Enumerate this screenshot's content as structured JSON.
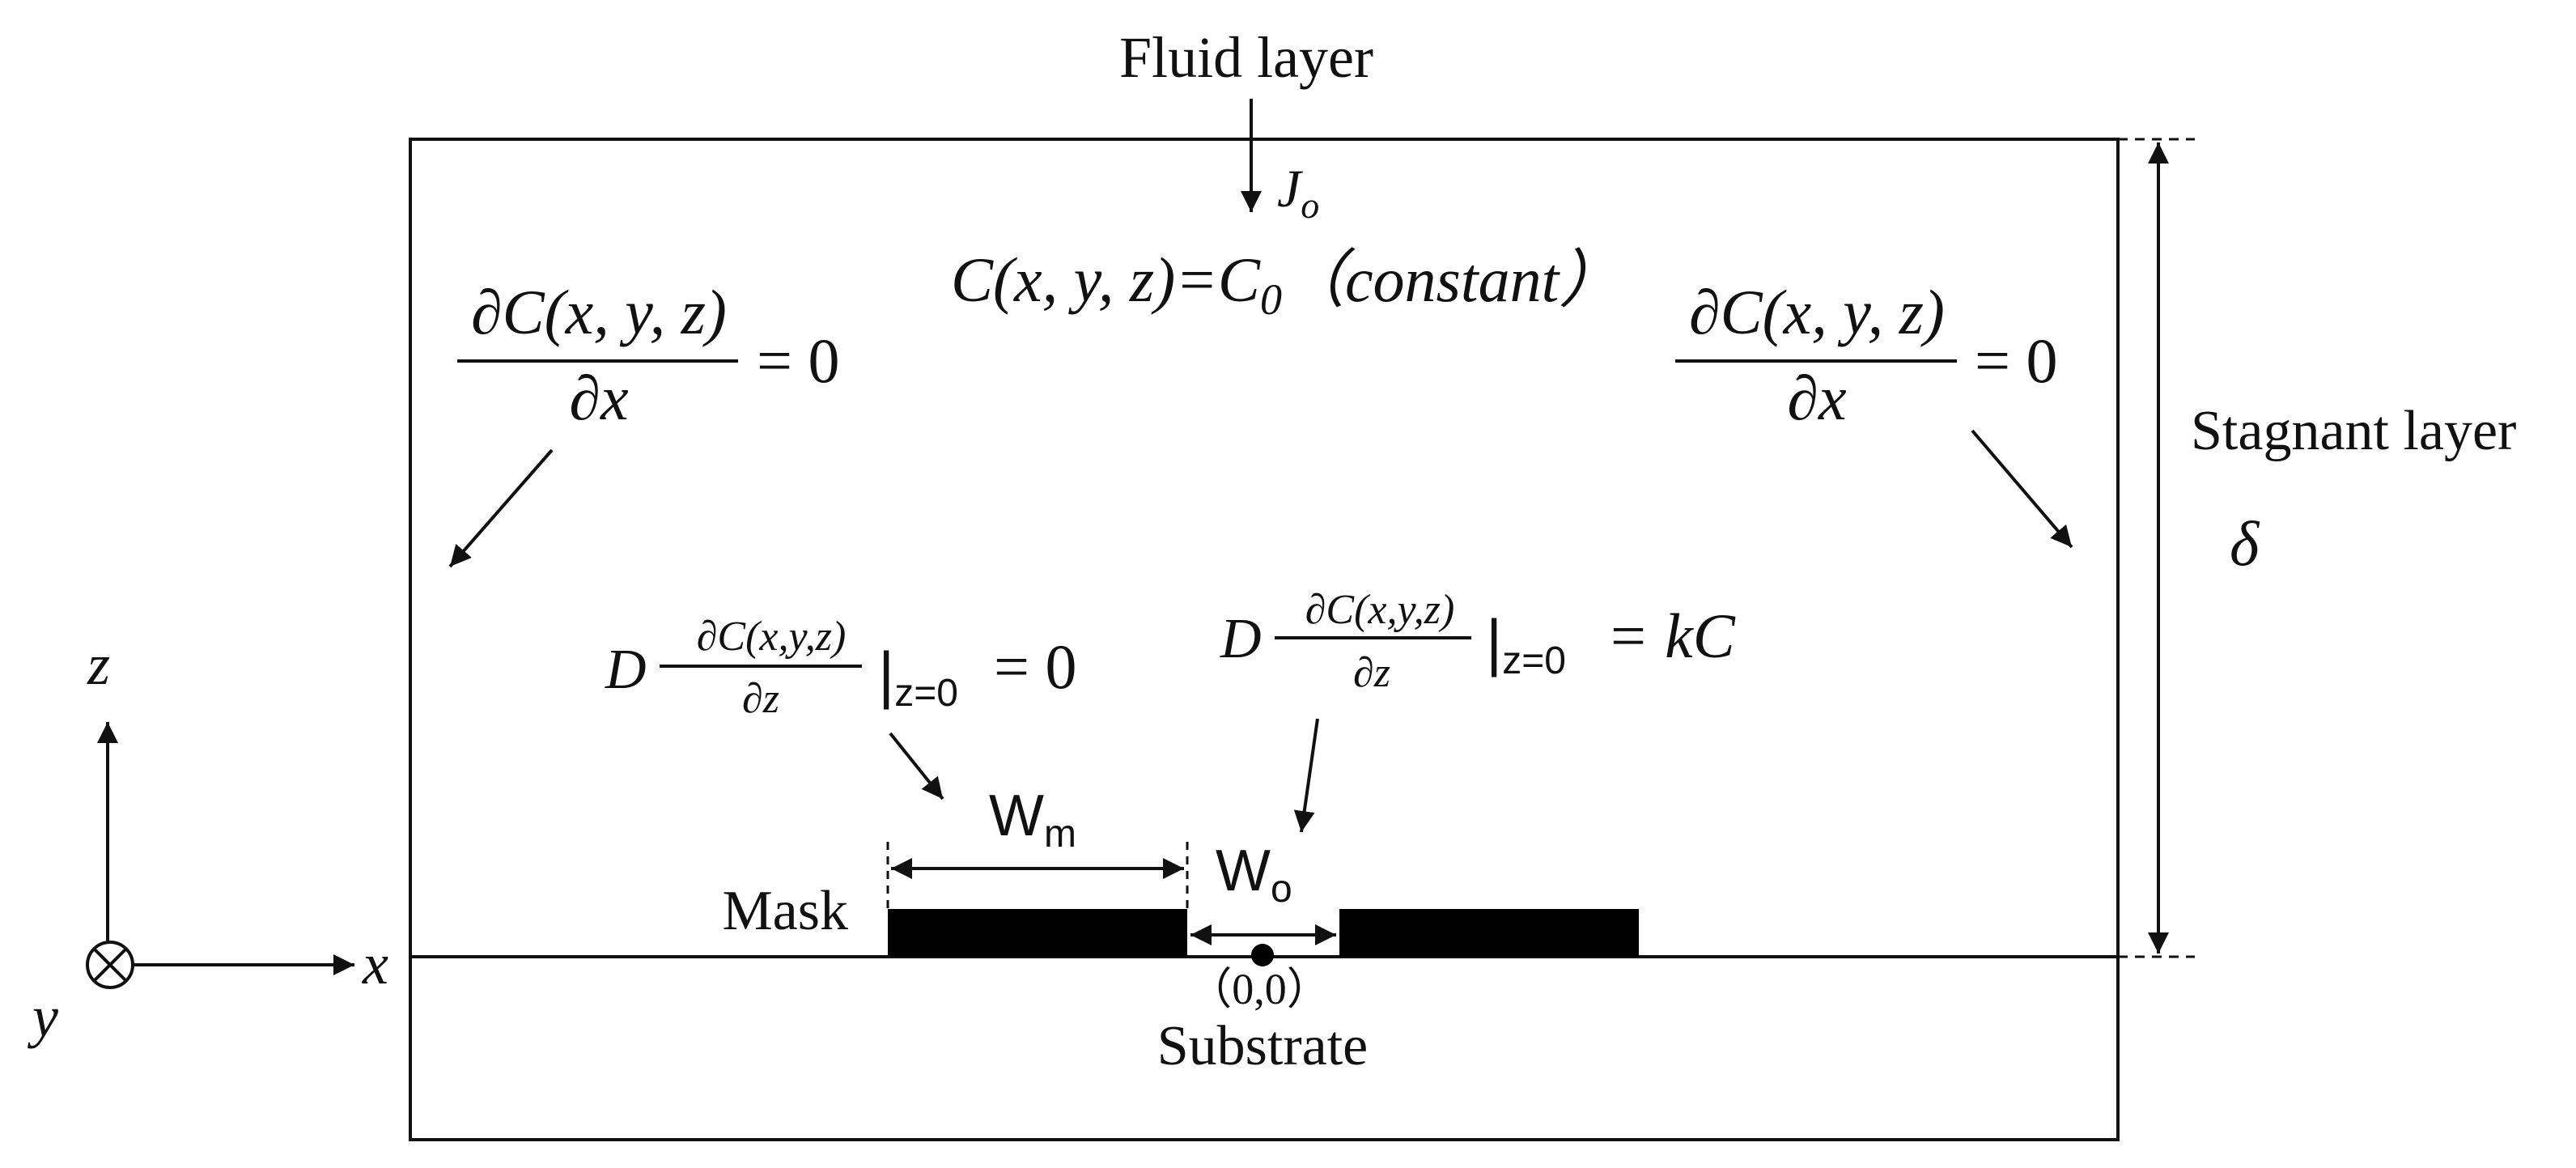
{
  "labels": {
    "fluid_layer": "Fluid layer",
    "flux": "J",
    "flux_sub": "o",
    "stagnant_layer": "Stagnant layer",
    "thickness": "δ",
    "mask": "Mask",
    "substrate": "Substrate",
    "origin": "（0,0）",
    "w_mask": "W",
    "w_mask_sub": "m",
    "w_open": "W",
    "w_open_sub": "o"
  },
  "equations": {
    "top_bc": "C(x, y, z)=C",
    "top_bc_sub": "0",
    "top_bc_note": "（constant）",
    "side_numerator": "∂C(x, y, z)",
    "side_denominator": "∂x",
    "side_rhs": "= 0",
    "mask_coef": "D",
    "mask_numerator": "∂C(x,y,z)",
    "mask_denominator": "∂z",
    "mask_bar": "|",
    "mask_bar_sub": "z=0",
    "mask_rhs": "= 0",
    "open_coef": "D",
    "open_numerator": "∂C(x,y,z)",
    "open_denominator": "∂z",
    "open_bar": "|",
    "open_bar_sub": "z=0",
    "open_rhs": "= kC"
  },
  "axes": {
    "x": "x",
    "y": "y",
    "z": "z"
  },
  "colors": {
    "ink": "#111111",
    "background": "#ffffff"
  }
}
